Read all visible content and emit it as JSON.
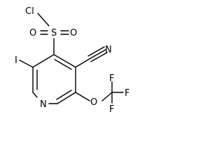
{
  "molecule": {
    "atom_labels": {
      "cl": "Cl",
      "s": "S",
      "o_left": "O",
      "o_right": "O",
      "i": "I",
      "n_cyano": "N",
      "n_ring": "N",
      "o_ether": "O",
      "f_top": "F",
      "f_right": "F",
      "f_bottom": "F"
    },
    "colors": {
      "line": "#000000",
      "background": "#ffffff"
    }
  }
}
